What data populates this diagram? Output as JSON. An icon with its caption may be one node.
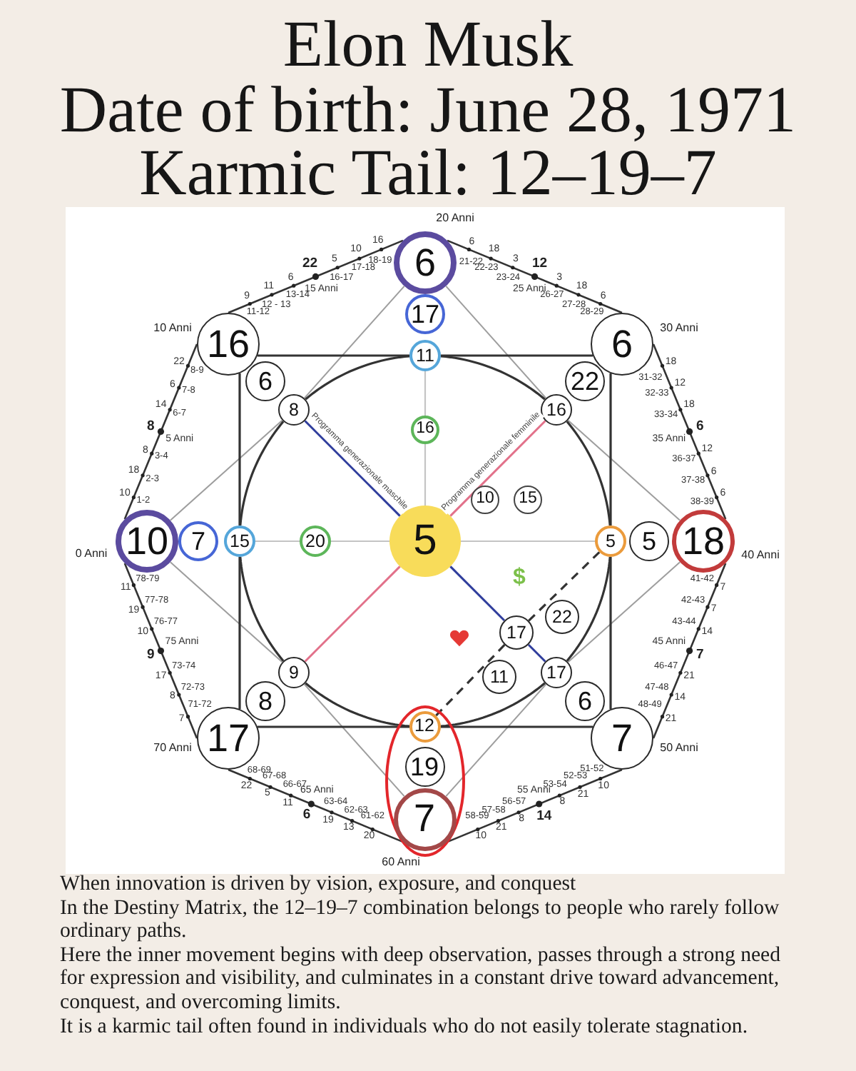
{
  "diagram": {
    "title": "Elon Musk",
    "nodes": [
      {
        "text": [
          "6"
        ],
        "beside": [
          "20 Anni"
        ]
      },
      {
        "text": [
          "17"
        ]
      },
      {
        "text": [
          "16"
        ],
        "beside": [
          "10 Anni"
        ]
      },
      {
        "text": [
          "6"
        ],
        "beside": [
          "30 Anni"
        ]
      },
      {
        "text": [
          "11"
        ]
      },
      {
        "text": [
          "6"
        ]
      },
      {
        "text": [
          "22"
        ]
      },
      {
        "text": [
          "8"
        ]
      },
      {
        "text": [
          "16"
        ]
      },
      {
        "text": [
          "16"
        ]
      },
      {
        "text": [
          "10"
        ]
      },
      {
        "text": [
          "15"
        ]
      },
      {
        "text": [
          "10"
        ],
        "beside": [
          "0 Anni"
        ]
      },
      {
        "text": [
          "7"
        ]
      },
      {
        "text": [
          "15"
        ]
      },
      {
        "text": [
          "20"
        ]
      },
      {
        "text": [
          "5"
        ]
      },
      {
        "text": [
          "5"
        ]
      },
      {
        "text": [
          "5"
        ]
      },
      {
        "text": [
          "18"
        ],
        "beside": [
          "40 Anni"
        ]
      },
      {
        "text": [
          "22"
        ]
      },
      {
        "text": [
          "17"
        ]
      },
      {
        "text": [
          "9"
        ]
      },
      {
        "text": [
          "11"
        ]
      },
      {
        "text": [
          "17"
        ]
      },
      {
        "text": [
          "8"
        ]
      },
      {
        "text": [
          "6"
        ]
      },
      {
        "text": [],
        "shape": "ellipse"
      },
      {
        "text": [
          "12"
        ],
        "in": 27
      },
      {
        "text": [
          "17"
        ],
        "beside": [
          "70 Anni"
        ]
      },
      {
        "text": [
          "7"
        ],
        "beside": [
          "50 Anni"
        ]
      },
      {
        "text": [
          "19"
        ],
        "in": 27
      },
      {
        "text": [
          "7"
        ],
        "in": 27,
        "beside": [
          "60 Anni"
        ]
      }
    ],
    "edges": [
      {
        "from": 12,
        "to": 2,
        "arrow": "none"
      },
      {
        "from": 2,
        "to": 0,
        "arrow": "none"
      },
      {
        "from": 0,
        "to": 3,
        "arrow": "none"
      },
      {
        "from": 3,
        "to": 19,
        "arrow": "none"
      },
      {
        "from": 19,
        "to": 30,
        "arrow": "none"
      },
      {
        "from": 30,
        "to": 32,
        "arrow": "none"
      },
      {
        "from": 32,
        "to": 29,
        "arrow": "none"
      },
      {
        "from": 29,
        "to": 12,
        "arrow": "none"
      },
      {
        "from": 0,
        "to": 7,
        "arrow": "none",
        "color": "#9e9e9e"
      },
      {
        "from": 7,
        "to": 12,
        "arrow": "none",
        "color": "#9e9e9e"
      },
      {
        "from": 12,
        "to": 22,
        "arrow": "none",
        "color": "#9e9e9e"
      },
      {
        "from": 22,
        "to": 32,
        "arrow": "none",
        "color": "#9e9e9e"
      },
      {
        "from": 32,
        "to": 24,
        "arrow": "none",
        "color": "#9e9e9e"
      },
      {
        "from": 24,
        "to": 19,
        "arrow": "none",
        "color": "#9e9e9e"
      },
      {
        "from": 19,
        "to": 8,
        "arrow": "none",
        "color": "#9e9e9e"
      },
      {
        "from": 8,
        "to": 0,
        "arrow": "none",
        "color": "#9e9e9e"
      },
      {
        "from": 2,
        "to": 4,
        "arrow": "none"
      },
      {
        "from": 3,
        "to": 4,
        "arrow": "none"
      },
      {
        "from": 3,
        "to": 17,
        "arrow": "none"
      },
      {
        "from": 30,
        "to": 17,
        "arrow": "none"
      },
      {
        "from": 30,
        "to": 28,
        "arrow": "none"
      },
      {
        "from": 29,
        "to": 28,
        "arrow": "none"
      },
      {
        "from": 29,
        "to": 14,
        "arrow": "none"
      },
      {
        "from": 2,
        "to": 14,
        "arrow": "none"
      },
      {
        "from": 7,
        "to": 4,
        "arrow": "none"
      },
      {
        "from": 4,
        "to": 8,
        "arrow": "none"
      },
      {
        "from": 8,
        "to": 17,
        "arrow": "none"
      },
      {
        "from": 17,
        "to": 24,
        "arrow": "none"
      },
      {
        "from": 24,
        "to": 28,
        "arrow": "none"
      },
      {
        "from": 28,
        "to": 22,
        "arrow": "none"
      },
      {
        "from": 22,
        "to": 14,
        "arrow": "none"
      },
      {
        "from": 14,
        "to": 7,
        "arrow": "none"
      },
      {
        "from": 4,
        "to": 9,
        "arrow": "none",
        "color": "#c4c4c4"
      },
      {
        "from": 9,
        "to": 16,
        "arrow": "none",
        "color": "#c4c4c4"
      },
      {
        "from": 14,
        "to": 15,
        "arrow": "none",
        "color": "#c4c4c4"
      },
      {
        "from": 15,
        "to": 16,
        "arrow": "none",
        "color": "#c4c4c4"
      },
      {
        "from": 16,
        "to": 17,
        "arrow": "none",
        "color": "#c4c4c4"
      },
      {
        "from": 7,
        "to": 16,
        "arrow": "none",
        "color": "#2f3d9c",
        "label": "Programma generazionale maschile"
      },
      {
        "from": 16,
        "to": 21,
        "arrow": "none",
        "color": "#2f3d9c"
      },
      {
        "from": 21,
        "to": 24,
        "arrow": "none",
        "color": "#2f3d9c"
      },
      {
        "from": 8,
        "to": 16,
        "arrow": "none",
        "color": "#e2718a",
        "label": "Programma generazionale femminile"
      },
      {
        "from": 16,
        "to": 22,
        "arrow": "none",
        "color": "#e2718a"
      },
      {
        "from": 17,
        "to": 21,
        "arrow": "none",
        "style": "dashed"
      },
      {
        "from": 21,
        "to": 28,
        "arrow": "none",
        "style": "dashed"
      }
    ],
    "labels": [
      "Date of birth: June 28, 1971",
      "Karmic Tail: 12–19–7",
      "1-2",
      "10",
      "2-3",
      "18",
      "3-4",
      "8",
      "5 Anni",
      "8",
      "6-7",
      "14",
      "7-8",
      "6",
      "8-9",
      "22",
      "11-12",
      "9",
      "12 - 13",
      "11",
      "13-14",
      "6",
      "15 Anni",
      "22",
      "16-17",
      "5",
      "17-18",
      "10",
      "18-19",
      "16",
      "21-22",
      "6",
      "22-23",
      "18",
      "23-24",
      "3",
      "25 Anni",
      "12",
      "26-27",
      "3",
      "27-28",
      "18",
      "28-29",
      "6",
      "31-32",
      "18",
      "32-33",
      "12",
      "33-34",
      "18",
      "35 Anni",
      "6",
      "36-37",
      "12",
      "37-38",
      "6",
      "38-39",
      "6",
      "41-42",
      "7",
      "42-43",
      "7",
      "43-44",
      "14",
      "45 Anni",
      "7",
      "46-47",
      "21",
      "47-48",
      "14",
      "48-49",
      "21",
      "51-52",
      "10",
      "52-53",
      "21",
      "53-54",
      "8",
      "55 Anni",
      "14",
      "56-57",
      "8",
      "57-58",
      "21",
      "58-59",
      "10",
      "61-62",
      "20",
      "62-63",
      "13",
      "63-64",
      "19",
      "65 Anni",
      "6",
      "66-67",
      "11",
      "67-68",
      "5",
      "68-69",
      "22",
      "71-72",
      "7",
      "72-73",
      "8",
      "73-74",
      "17",
      "75 Anni",
      "9",
      "76-77",
      "10",
      "77-78",
      "19",
      "78-79",
      "11",
      "$",
      "When innovation is driven by vision, exposure, and conquest",
      "In the Destiny Matrix, the 12–19–7 combination belongs to people who rarely follow ordinary paths.",
      "Here the inner movement begins with deep observation, passes through a strong need for expression and visibility, and culminates in a constant drive toward advancement, conquest, and overcoming limits.",
      "It is a karmic tail often found in individuals who do not easily tolerate stagnation."
    ]
  }
}
